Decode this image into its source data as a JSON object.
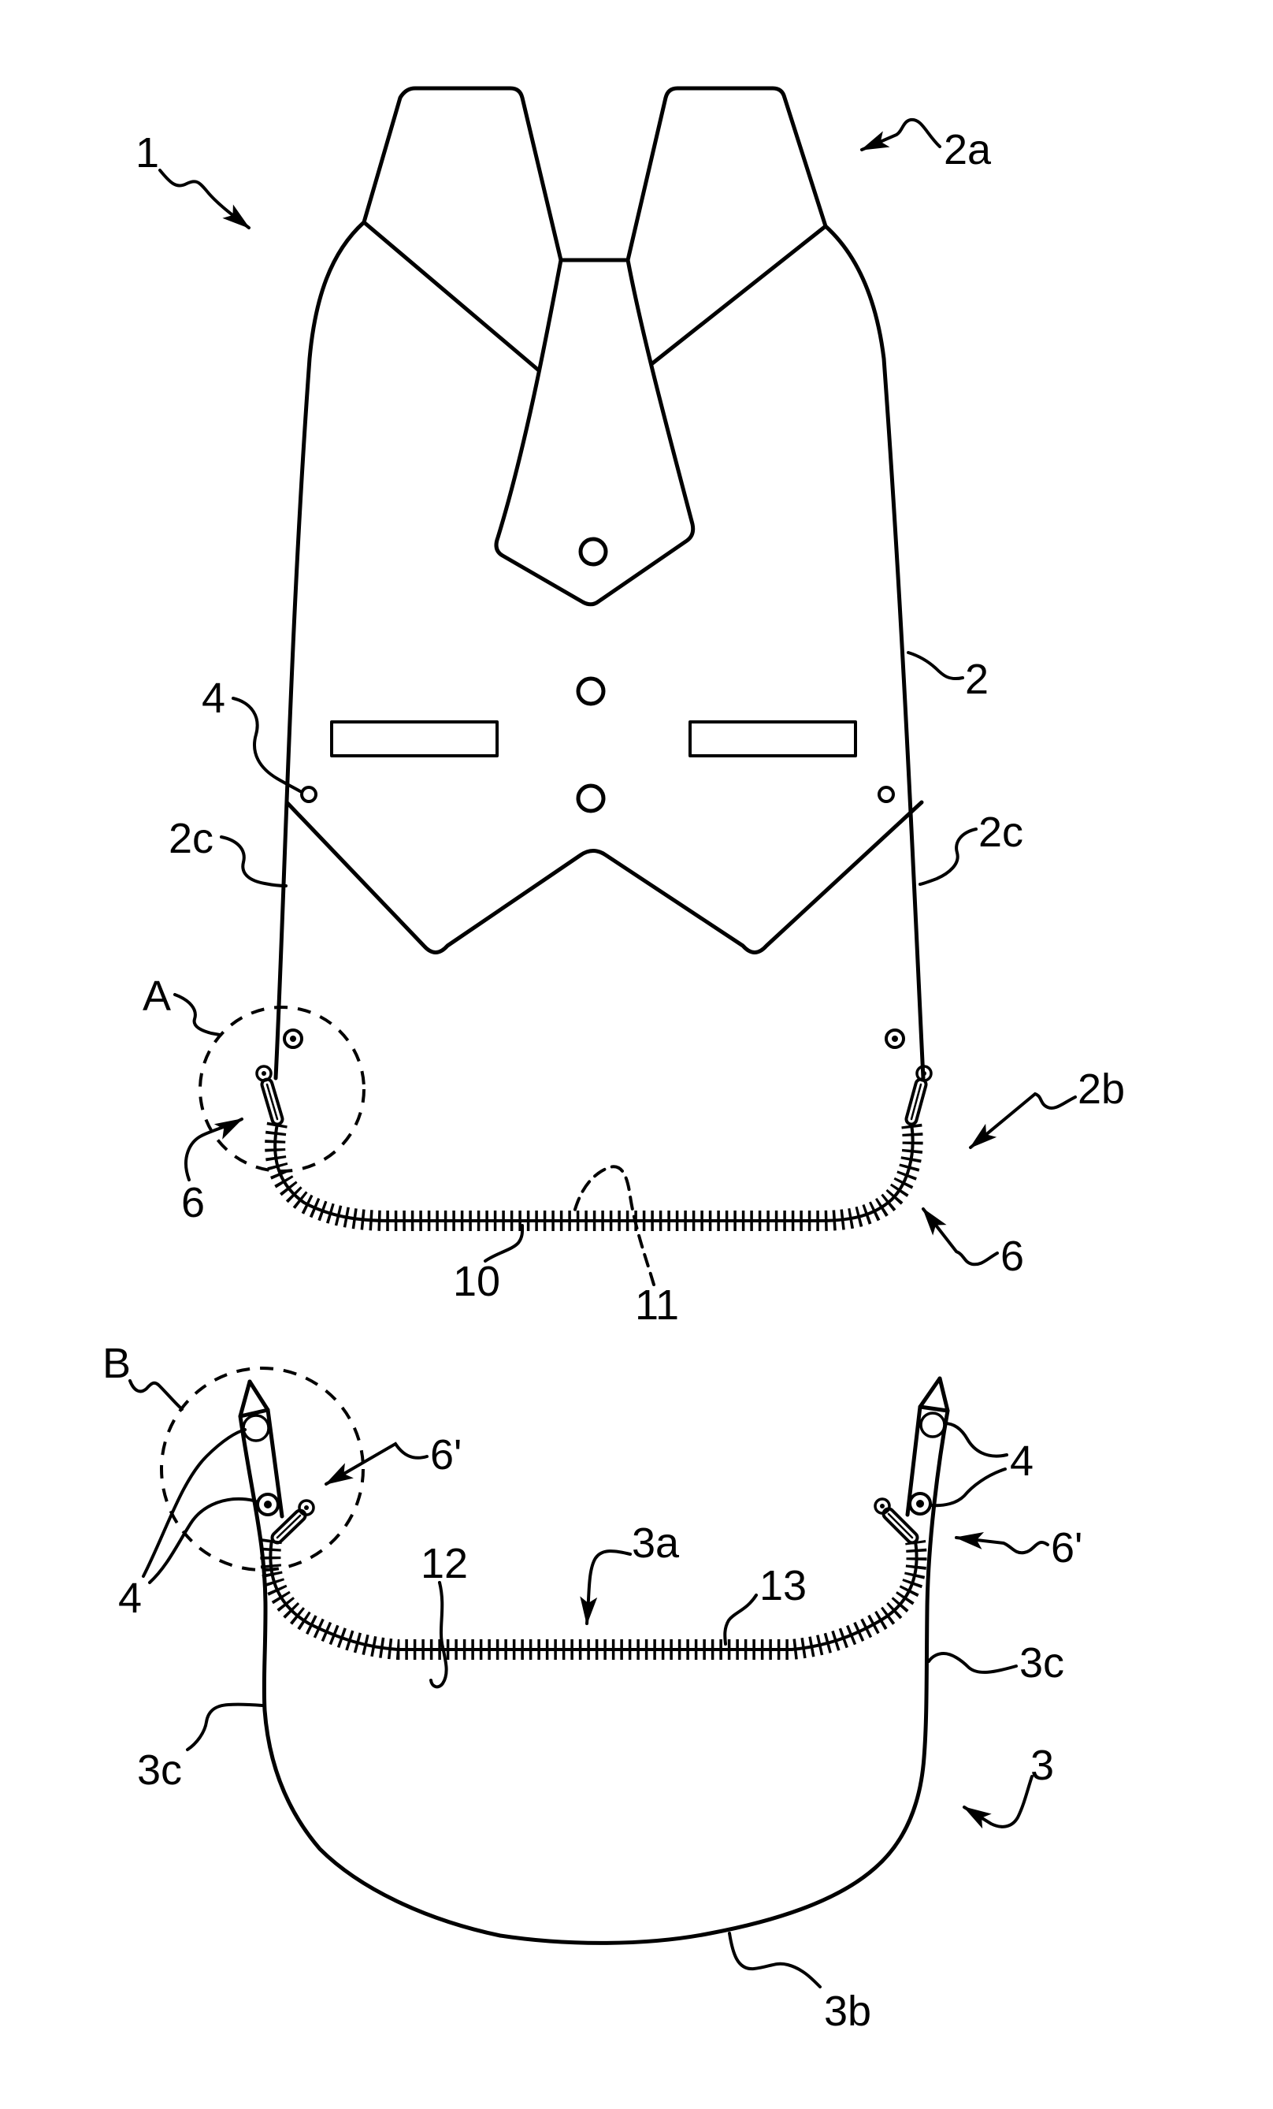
{
  "meta": {
    "type": "patent-line-drawing",
    "description": "Two-part garment: upper vest piece with necktie motif (2) and detachable lower piece (3) joined by a zipper; detail circles A and B mark the zipper slider assemblies",
    "colors": {
      "line": "#000000",
      "background": "#ffffff"
    }
  },
  "labels": {
    "r1": "1",
    "r2a": "2a",
    "r2": "2",
    "r4t": "4",
    "r2cl": "2c",
    "r2cr": "2c",
    "rA": "A",
    "r2b": "2b",
    "r6l": "6",
    "r6r": "6",
    "r10": "10",
    "r11": "11",
    "rB": "B",
    "r4bl": "4",
    "r4br": "4",
    "r6pl": "6'",
    "r6pr": "6'",
    "r12": "12",
    "r3a": "3a",
    "r13": "13",
    "r3cl": "3c",
    "r3cr": "3c",
    "r3": "3",
    "r3b": "3b"
  }
}
